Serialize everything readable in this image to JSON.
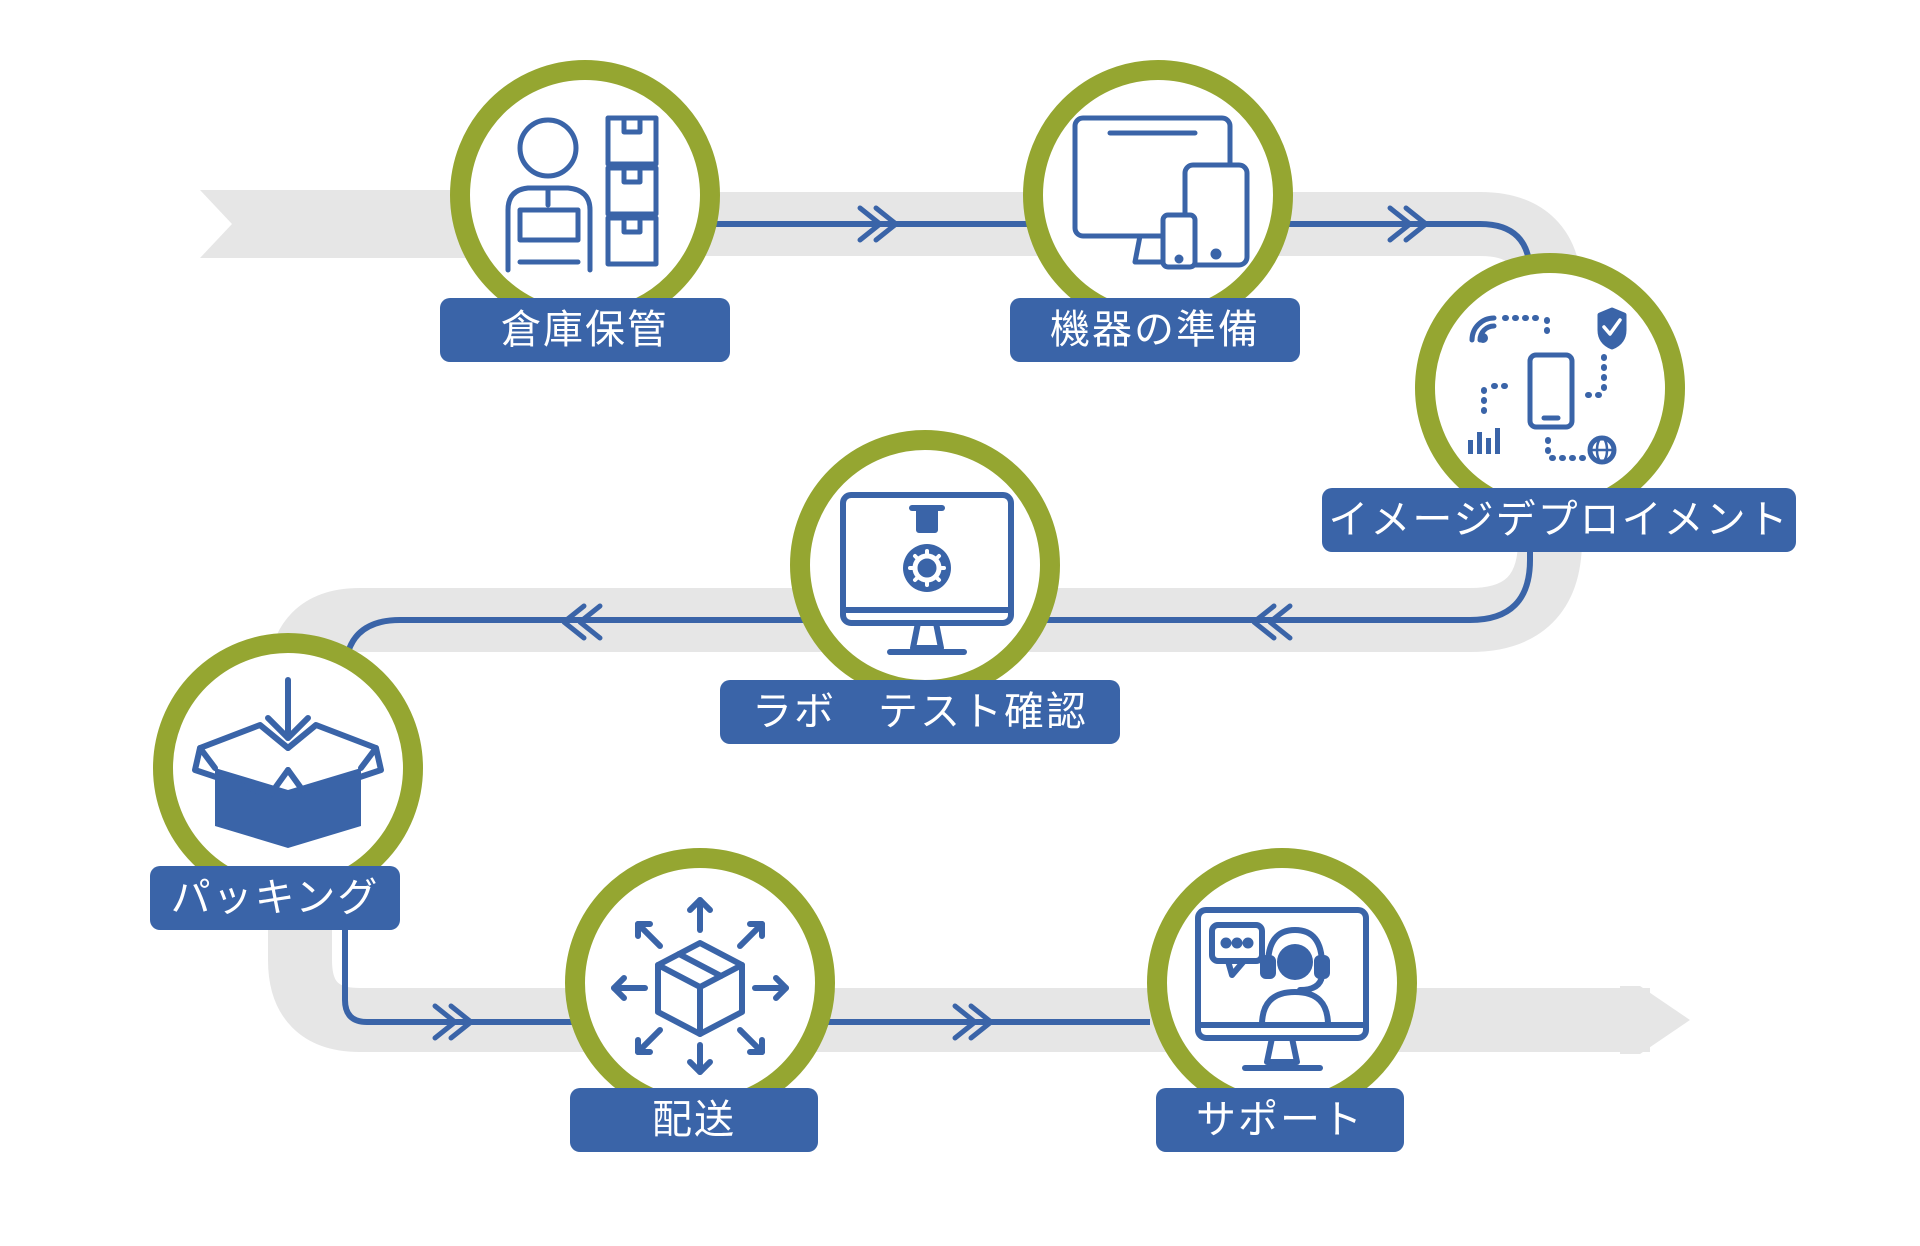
{
  "colors": {
    "ribbon": "#e6e6e6",
    "path_line": "#3a64a8",
    "ring": "#95a631",
    "label_bg": "#3a64a8",
    "label_text": "#ffffff",
    "icon": "#3a64a8"
  },
  "steps": [
    {
      "label": "倉庫保管",
      "icon": "warehouse-worker-icon"
    },
    {
      "label": "機器の準備",
      "icon": "devices-icon"
    },
    {
      "label": "イメージデプロイメント",
      "icon": "device-network-icon"
    },
    {
      "label": "ラボ　テスト確認",
      "icon": "monitor-lab-test-icon"
    },
    {
      "label": "パッキング",
      "icon": "packing-box-icon"
    },
    {
      "label": "配送",
      "icon": "delivery-box-icon"
    },
    {
      "label": "サポート",
      "icon": "support-monitor-icon"
    }
  ]
}
